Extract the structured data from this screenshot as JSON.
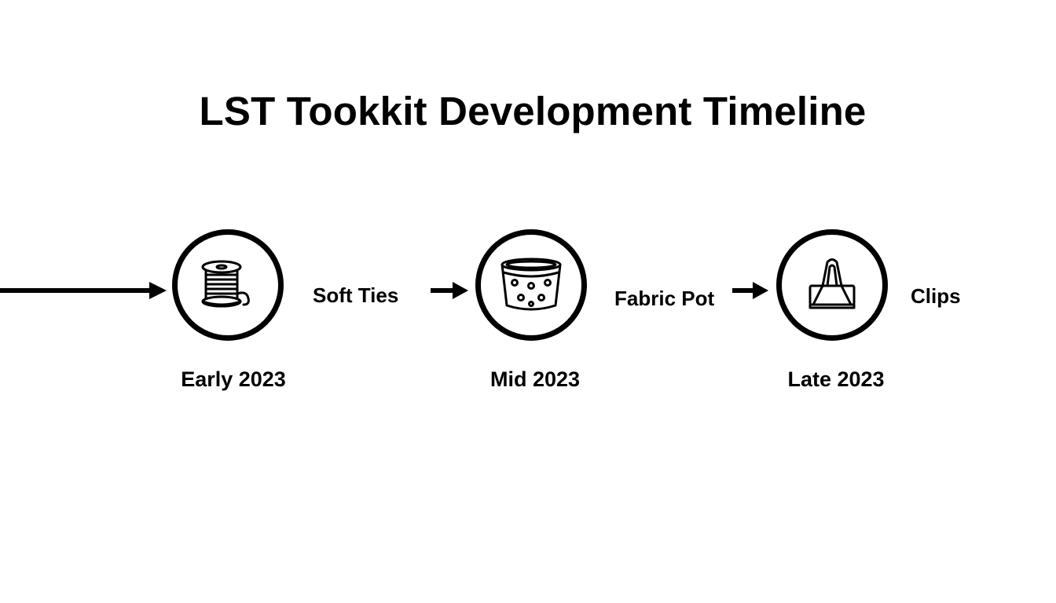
{
  "title": "LST Tookkit Development Timeline",
  "stages": [
    {
      "label": "Soft Ties",
      "date": "Early 2023",
      "icon": "thread-spool-icon"
    },
    {
      "label": "Fabric Pot",
      "date": "Mid 2023",
      "icon": "fabric-pot-icon"
    },
    {
      "label": "Clips",
      "date": "Late 2023",
      "icon": "binder-clip-icon"
    }
  ],
  "colors": {
    "stroke": "#000000",
    "background": "#ffffff"
  }
}
